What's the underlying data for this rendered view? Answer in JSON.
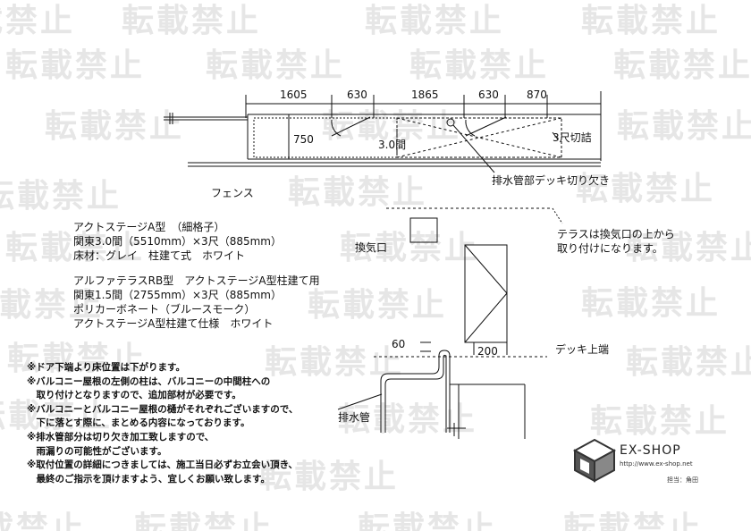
{
  "watermark": {
    "text": "転載禁止"
  },
  "plan": {
    "dims": [
      "1605",
      "630",
      "1865",
      "630",
      "870"
    ],
    "depth": "750",
    "span": "3.0間",
    "cut_label": "3尺切詰",
    "fence_label": "フェンス",
    "drain_cut_label": "排水管部デッキ切り欠き"
  },
  "specs": {
    "deck": {
      "lines": [
        "アクトステージA型　（細格子）",
        "関東3.0間（5510mm）×3尺（885mm）",
        "床材：グレイ　柱建て式　ホワイト"
      ]
    },
    "terrace": {
      "lines": [
        "アルファテラスRB型　アクトステージA型柱建て用",
        "関東1.5間（2755mm）×3尺（885mm）",
        "ポリカーボネート（ブルースモーク）",
        "アクトステージA型柱建て仕様　ホワイト"
      ]
    }
  },
  "elevation": {
    "vent_label": "換気口",
    "terrace_note": [
      "テラスは換気口の上から",
      "取り付けになります。"
    ],
    "dim_60": "60",
    "dim_200": "200",
    "deck_top_label": "デッキ上端",
    "drain_pipe_label": "排水管"
  },
  "notes": [
    "※ドア下端より床位置は下がります。",
    "※バルコニー屋根の左側の柱は、バルコニーの中間柱への",
    "　取り付けとなりますので、追加部材が必要です。",
    "※バルコニーとバルコニー屋根の樋がそれぞれございますので、",
    "　下に落とす際に、まとめる内容になっております。",
    "※排水管部分は切り欠き加工致しますので、",
    "　雨漏りの可能性がございます。",
    "※取付位置の詳細につきましては、施工当日必ずお立会い頂き、",
    "　最終のご指示を頂けますよう、宜しくお願い致します。"
  ],
  "brand": {
    "name": "EX-SHOP",
    "url": "http://www.ex-shop.net",
    "staff": "担当：角田"
  }
}
